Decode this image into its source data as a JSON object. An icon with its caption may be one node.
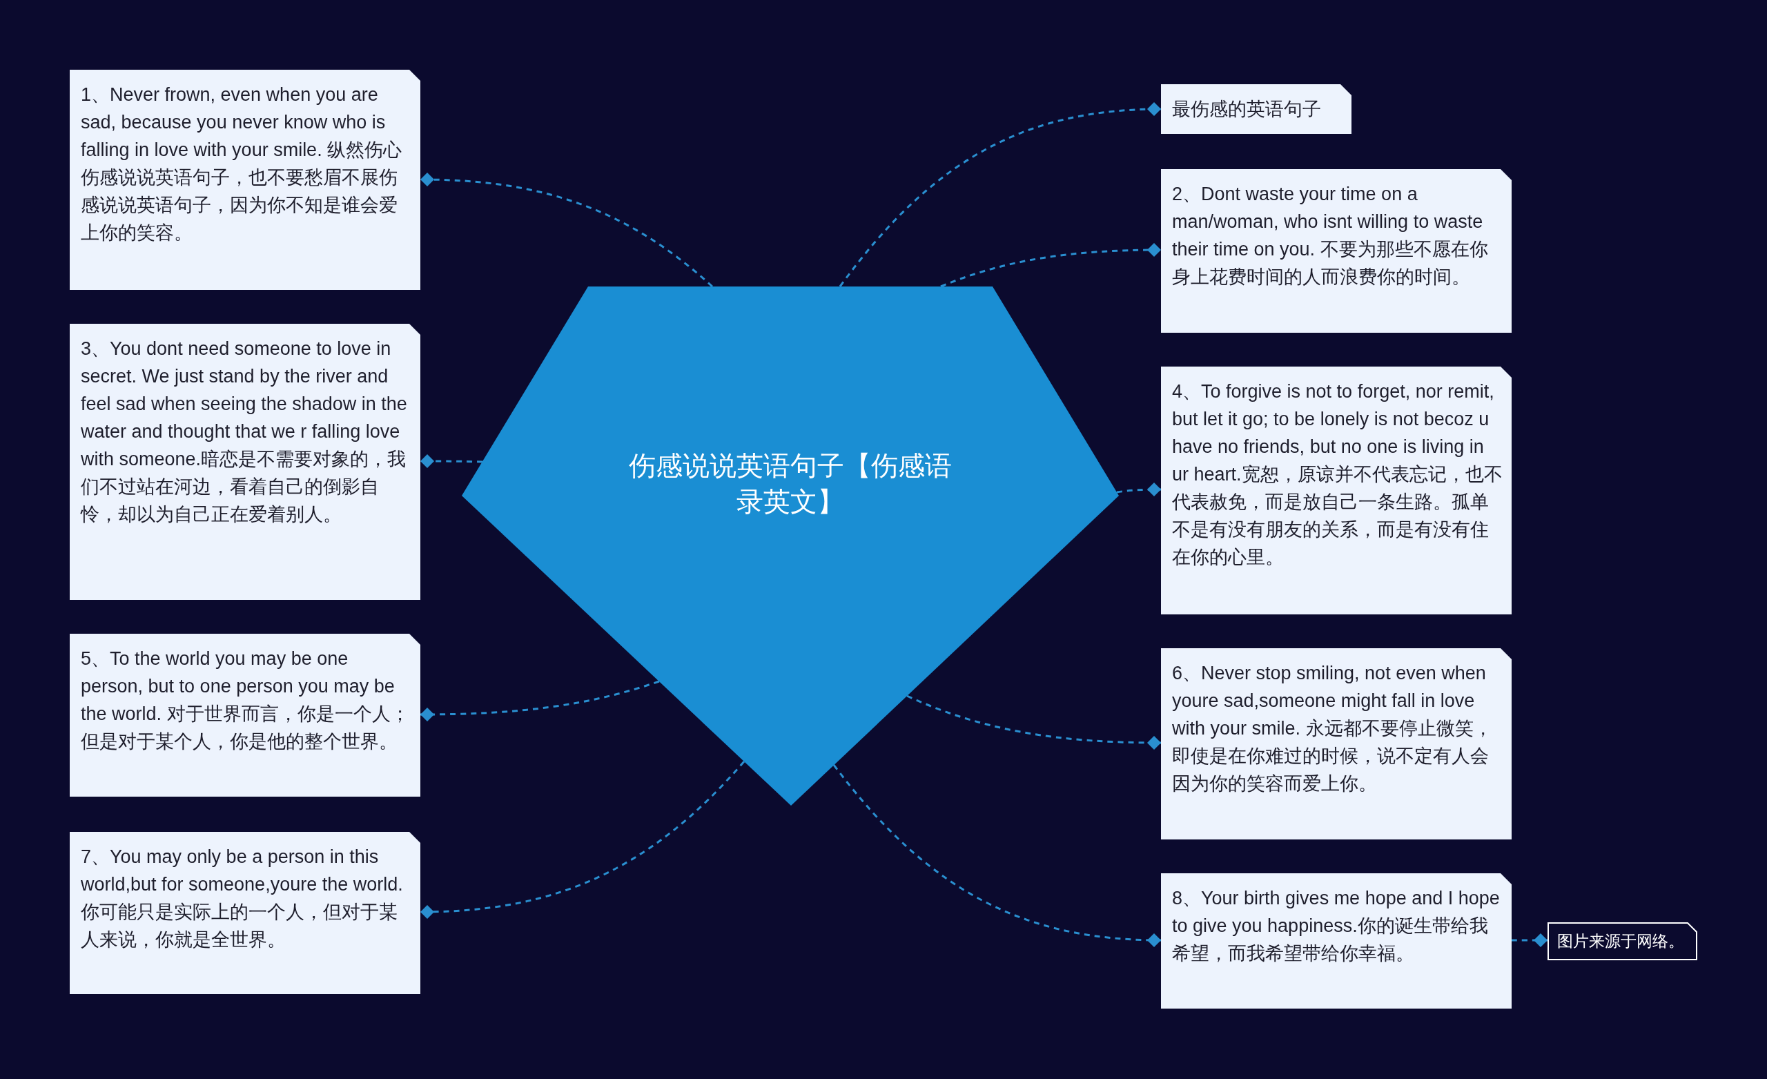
{
  "diagram": {
    "nodes": [
      {
        "text": [
          "伤感说说英语句子【伤感语录英文】"
        ]
      },
      {
        "text": [
          "1、Never frown, even when you are sad, because you never know who is falling in love with your smile. 纵然伤心伤感说说英语句子，也不要愁眉不展伤感说说英语句子，因为你不知是谁会爱上你的笑容。"
        ]
      },
      {
        "text": [
          "最伤感的英语句子"
        ]
      },
      {
        "text": [
          "2、Dont waste your time on a man/woman, who isnt willing to waste their time on you. 不要为那些不愿在你身上花费时间的人而浪费你的时间。"
        ]
      },
      {
        "text": [
          "3、You dont need someone to love in secret. We just stand by the river and feel sad when seeing the shadow in the water and thought that we r falling love with someone.暗恋是不需要对象的，我们不过站在河边，看着自己的倒影自怜，却以为自己正在爱着别人。"
        ]
      },
      {
        "text": [
          "4、To forgive is not to forget, nor remit, but let it go; to be lonely is not becoz u have no friends, but no one is living in ur heart.宽恕，原谅并不代表忘记，也不代表赦免，而是放自己一条生路。孤单不是有没有朋友的关系，而是有没有住在你的心里。"
        ]
      },
      {
        "text": [
          "5、To the world you may be one person, but to one person you may be the world. 对于世界而言，你是一个人；但是对于某个人，你是他的整个世界。"
        ]
      },
      {
        "text": [
          "6、Never stop smiling, not even when youre sad,someone might fall in love with your smile. 永远都不要停止微笑，即使是在你难过的时候，说不定有人会因为你的笑容而爱上你。"
        ]
      },
      {
        "text": [
          "7、You may only be a person in this world,but for someone,youre the world. 你可能只是实际上的一个人，但对于某人来说，你就是全世界。"
        ]
      },
      {
        "text": [
          "8、Your birth gives me hope and I hope to give you happiness.你的诞生带给我希望，而我希望带给你幸福。"
        ]
      },
      {
        "text": [
          "图片来源于网络。"
        ]
      }
    ],
    "edges": [
      {
        "from": 0,
        "to": 1,
        "arrow": "other",
        "style": "dashed"
      },
      {
        "from": 0,
        "to": 2,
        "arrow": "other",
        "style": "dashed"
      },
      {
        "from": 0,
        "to": 3,
        "arrow": "other",
        "style": "dashed"
      },
      {
        "from": 0,
        "to": 4,
        "arrow": "other",
        "style": "dashed"
      },
      {
        "from": 0,
        "to": 5,
        "arrow": "other",
        "style": "dashed"
      },
      {
        "from": 0,
        "to": 6,
        "arrow": "other",
        "style": "dashed"
      },
      {
        "from": 0,
        "to": 7,
        "arrow": "other",
        "style": "dashed"
      },
      {
        "from": 0,
        "to": 8,
        "arrow": "other",
        "style": "dashed"
      },
      {
        "from": 0,
        "to": 9,
        "arrow": "other",
        "style": "dashed"
      },
      {
        "from": 9,
        "to": 10,
        "arrow": "other",
        "style": "dashed"
      }
    ]
  }
}
